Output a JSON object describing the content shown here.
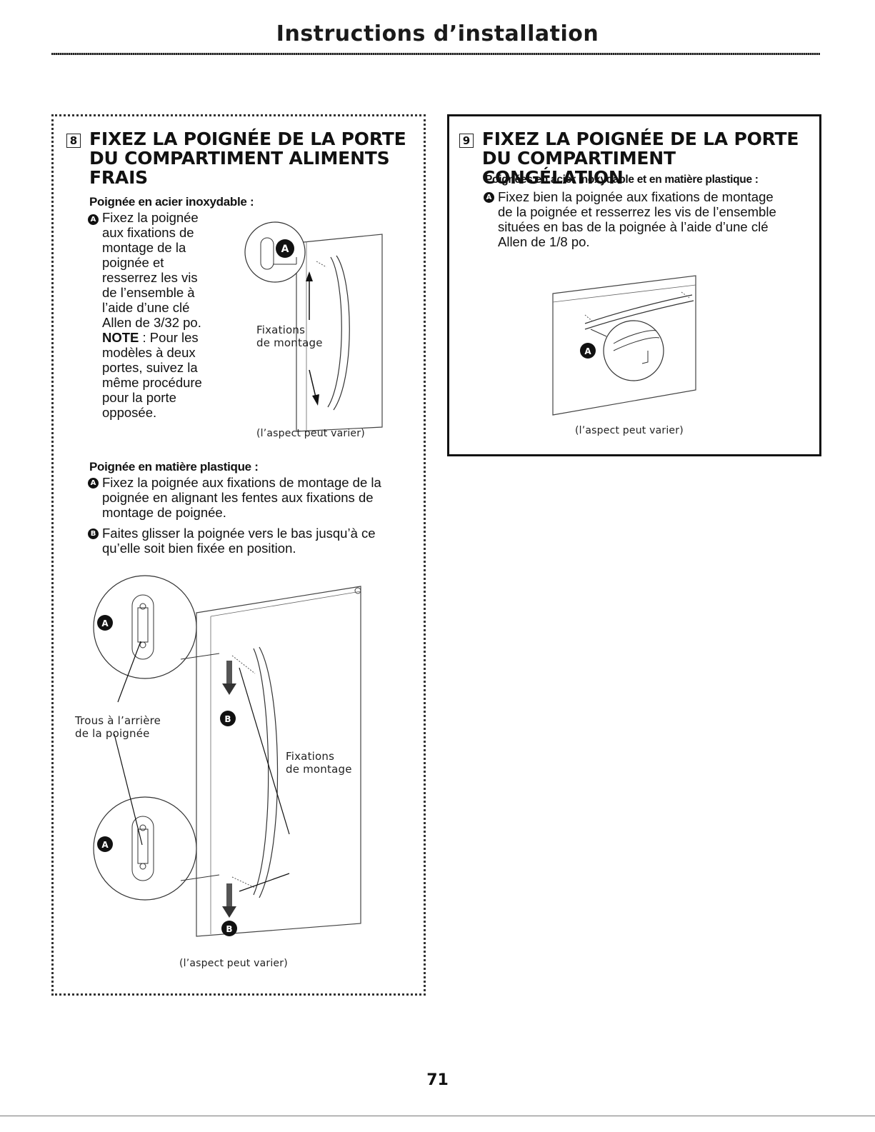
{
  "header": {
    "title": "Instructions d’installation"
  },
  "step8": {
    "number": "8",
    "title_lines": [
      "FIXEZ LA POIGNÉE DE LA PORTE",
      "DU COMPARTIMENT ALIMENTS",
      "FRAIS"
    ],
    "stainless": {
      "heading": "Poignée en acier inoxydable :",
      "marker": "A",
      "lines": [
        "Fixez la poignée",
        "aux fixations de",
        "montage de la",
        "poignée et",
        "resserrez les vis",
        "de l’ensemble à",
        "l’aide d’une clé",
        "Allen de 3/32 po."
      ],
      "note_label": "NOTE",
      "note_lines": [
        " : Pour les",
        "modèles à deux",
        "portes, suivez la",
        "même procédure",
        "pour la porte",
        "opposée."
      ],
      "diagram_label": [
        "Fixations",
        "de montage"
      ],
      "diagram_marker": "A",
      "caption": "(l’aspect peut varier)"
    },
    "plastic": {
      "heading": "Poignée en matière plastique :",
      "items": [
        {
          "marker": "A",
          "lines": [
            "Fixez la poignée aux fixations de montage de la",
            "poignée en alignant les fentes aux fixations de",
            "montage de poignée."
          ]
        },
        {
          "marker": "B",
          "lines": [
            "Faites glisser la poignée vers le bas jusqu’à ce",
            "qu’elle soit bien fixée en position."
          ]
        }
      ],
      "label_holes": [
        "Trous à l’arrière",
        "de la poignée"
      ],
      "label_mounts": [
        "Fixations",
        "de montage"
      ],
      "markers": [
        "A",
        "B",
        "A",
        "B"
      ],
      "caption": "(l’aspect peut varier)"
    }
  },
  "step9": {
    "number": "9",
    "title_lines": [
      "FIXEZ LA POIGNÉE DE LA PORTE",
      "DU COMPARTIMENT CONGÉLATION"
    ],
    "heading": "Poignées en acier inoxydable et en matière plastique :",
    "marker": "A",
    "lines": [
      "Fixez bien la poignée aux fixations de montage",
      "de la poignée et resserrez les vis de l’ensemble",
      "situées en bas de la poignée à l’aide d’une clé",
      "Allen de 1/8 po."
    ],
    "diagram_marker": "A",
    "caption": "(l’aspect peut varier)"
  },
  "footer": {
    "page_number": "71"
  }
}
